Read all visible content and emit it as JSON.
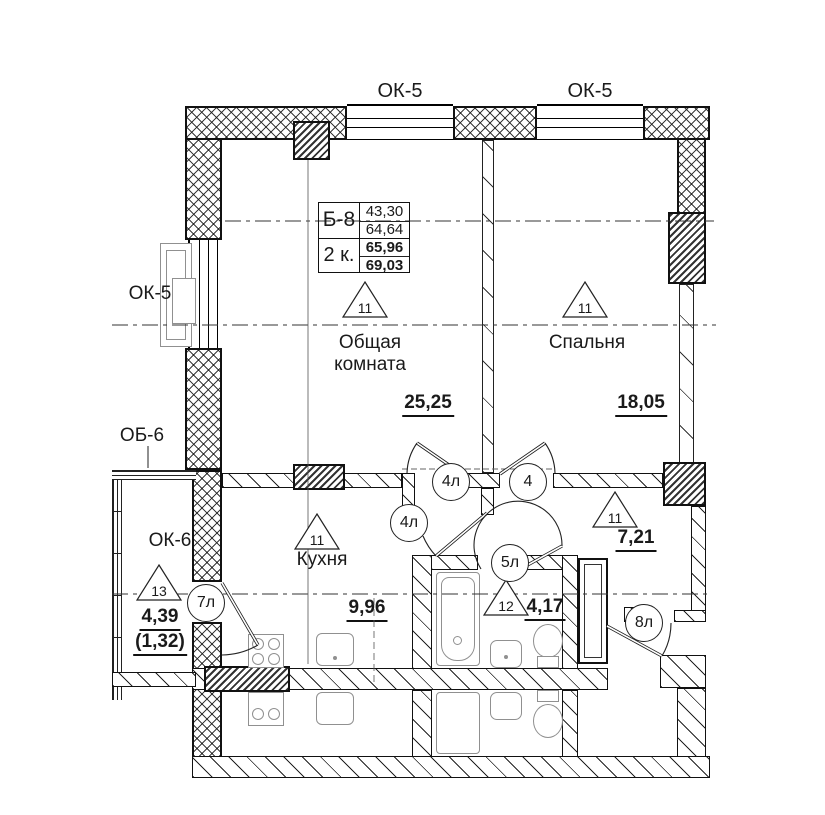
{
  "title_block": {
    "unit": "Б-8",
    "unit_type": "2 к.",
    "area_1": "43,30",
    "area_2": "64,64",
    "area_3": "65,96",
    "area_4": "69,03"
  },
  "window_labels": {
    "top_left": "ОК-5",
    "top_right": "ОК-5",
    "side": "ОК-5",
    "balcony_door": "ОБ-6",
    "balcony_window": "ОК-6"
  },
  "rooms": {
    "living": {
      "number": "11",
      "name_line_1": "Общая",
      "name_line_2": "комната",
      "area": "25,25"
    },
    "bedroom": {
      "number": "11",
      "name": "Спальня",
      "area": "18,05"
    },
    "kitchen": {
      "number": "11",
      "name": "Кухня",
      "area": "9,96"
    },
    "hall": {
      "number": "11",
      "area": "7,21"
    },
    "bathroom": {
      "number": "12",
      "area": "4,17"
    },
    "balcony": {
      "number": "13",
      "area": "4,39",
      "area_secondary": "(1,32)"
    }
  },
  "door_marks": {
    "living": "4л",
    "bedroom": "4",
    "kitchen": "4л",
    "bathroom": "5л",
    "balcony": "7л",
    "entrance": "8л"
  },
  "colors": {
    "line": "#1a1a1a",
    "fixture": "#909090",
    "background": "#ffffff"
  }
}
